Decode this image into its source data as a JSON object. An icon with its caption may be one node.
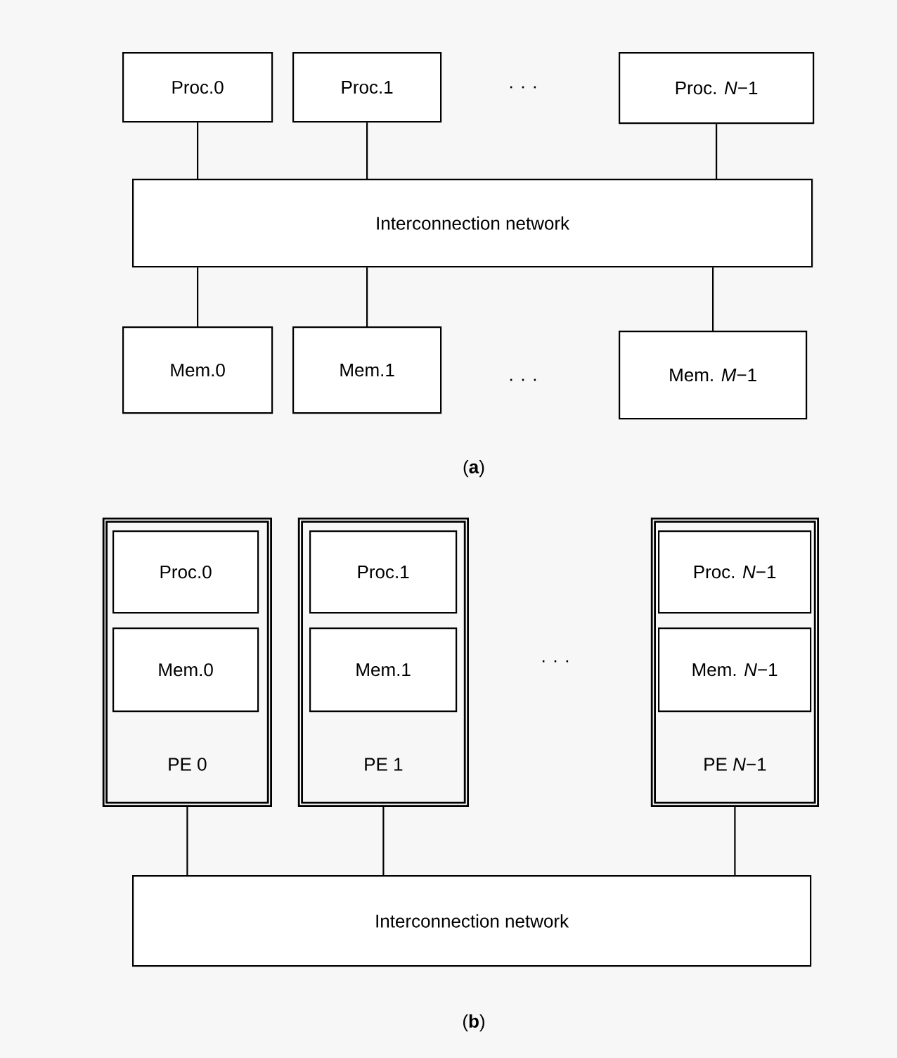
{
  "diagram": {
    "nodes": [
      {
        "text": [
          "Proc.0"
        ]
      },
      {
        "text": [
          "Proc.1"
        ]
      },
      {
        "text": [
          "Proc. *N*−1"
        ]
      },
      {
        "text": [
          "Interconnection network"
        ]
      },
      {
        "text": [
          "Mem.0"
        ]
      },
      {
        "text": [
          "Mem.1"
        ]
      },
      {
        "text": [
          "Mem. *M*−1"
        ]
      },
      {
        "text": [
          "PE 0"
        ]
      },
      {
        "text": [
          "Proc.0"
        ],
        "in": 7
      },
      {
        "text": [
          "Mem.0"
        ],
        "in": 7
      },
      {
        "text": [
          "PE 1"
        ]
      },
      {
        "text": [
          "Proc.1"
        ],
        "in": 10
      },
      {
        "text": [
          "Mem.1"
        ],
        "in": 10
      },
      {
        "text": [
          "PE   *N*−1"
        ]
      },
      {
        "text": [
          "Proc. *N*−1"
        ],
        "in": 13
      },
      {
        "text": [
          "Mem. *N*−1"
        ],
        "in": 13
      },
      {
        "text": [
          "Interconnection network"
        ]
      }
    ],
    "edges": [
      {
        "from": 0,
        "to": 3,
        "arrow": "none"
      },
      {
        "from": 1,
        "to": 3,
        "arrow": "none"
      },
      {
        "from": 2,
        "to": 3,
        "arrow": "none"
      },
      {
        "from": 3,
        "to": 4,
        "arrow": "none"
      },
      {
        "from": 3,
        "to": 5,
        "arrow": "none"
      },
      {
        "from": 3,
        "to": 6,
        "arrow": "none"
      },
      {
        "from": 7,
        "to": 16,
        "arrow": "none"
      },
      {
        "from": 10,
        "to": 16,
        "arrow": "none"
      },
      {
        "from": 13,
        "to": 16,
        "arrow": "none"
      }
    ],
    "labels": [
      ". . .",
      ". . .",
      "(**a**)",
      ". . .",
      "(**b**)"
    ]
  }
}
